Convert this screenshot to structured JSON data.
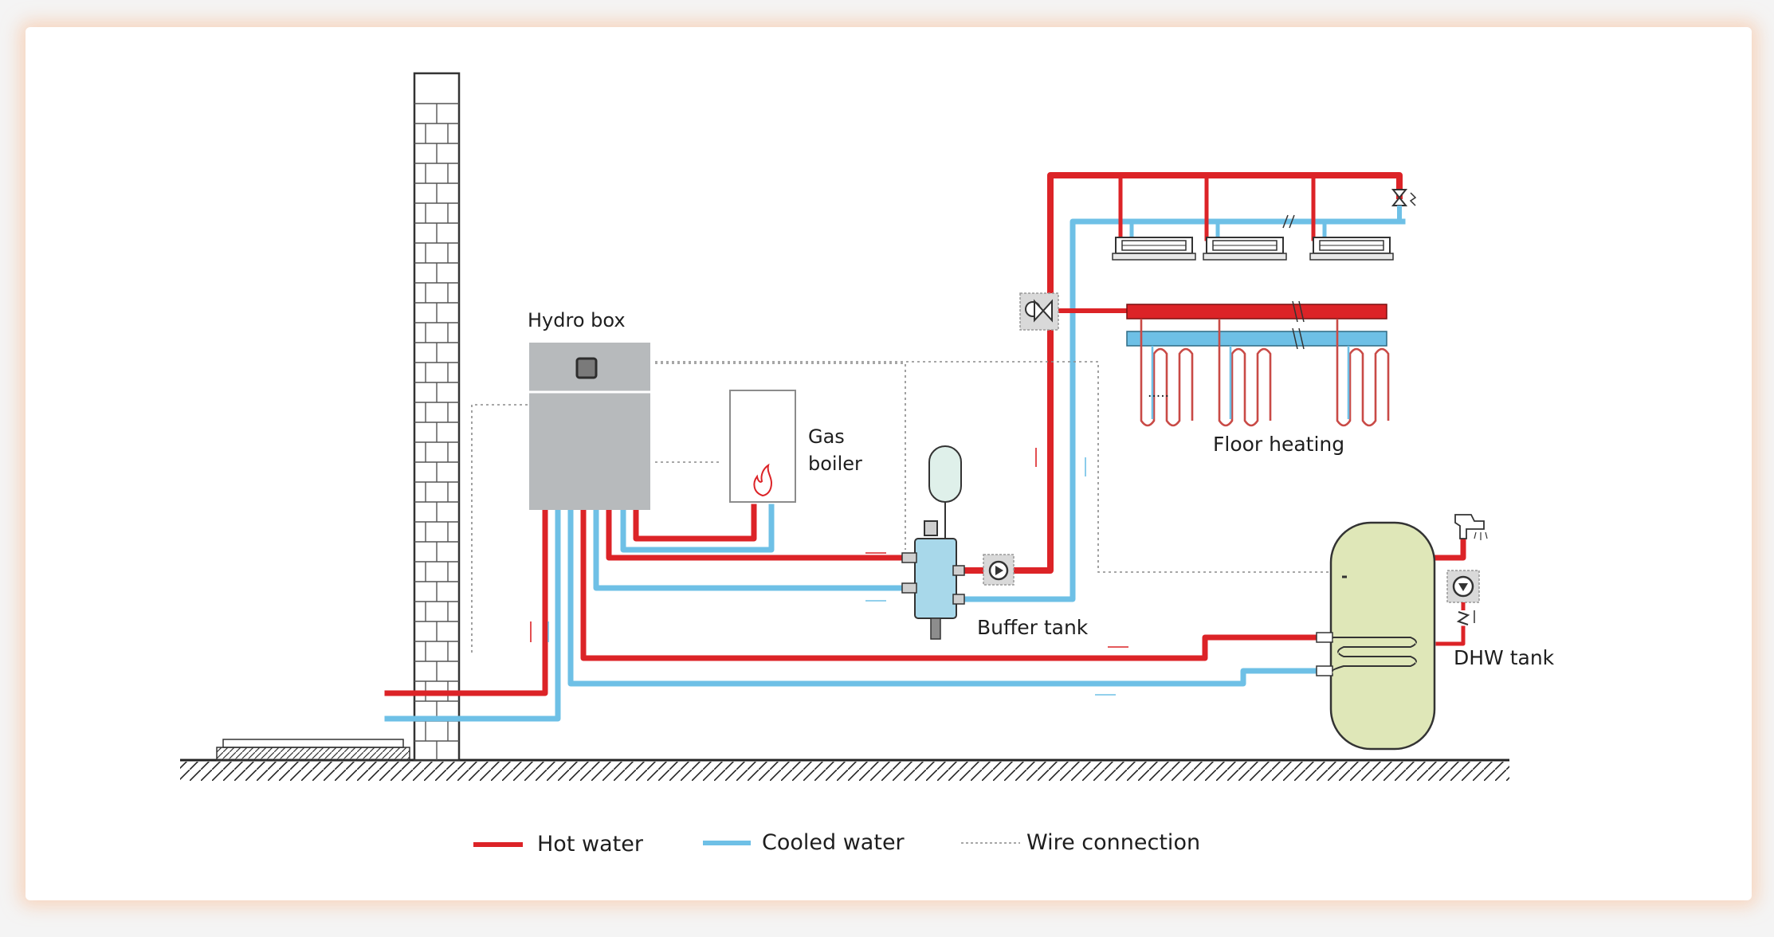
{
  "colors": {
    "hot": "#dc2327",
    "cooled": "#6ec0e6",
    "wire": "#8a8a8a",
    "hydro_box": "#b7babc",
    "tank": "#dfe7b8",
    "buffer": "#a8d8ea",
    "shadow": "#f8bf98"
  },
  "labels": {
    "hydro_box": "Hydro box",
    "gas_boiler_line1": "Gas",
    "gas_boiler_line2": "boiler",
    "buffer_tank": "Buffer tank",
    "floor_heating": "Floor heating",
    "dhw_tank": "DHW tank"
  },
  "legend": [
    {
      "label": "Hot water",
      "color": "#dc2327",
      "style": "solid"
    },
    {
      "label": "Cooled water",
      "color": "#6ec0e6",
      "style": "solid"
    },
    {
      "label": "Wire connection",
      "color": "#8a8a8a",
      "style": "dotted"
    }
  ],
  "icons": [
    "brick-wall-icon",
    "flame-icon",
    "pump-icon",
    "mixing-valve-icon",
    "air-vent-icon",
    "tap-icon",
    "fan-coil-icon"
  ]
}
